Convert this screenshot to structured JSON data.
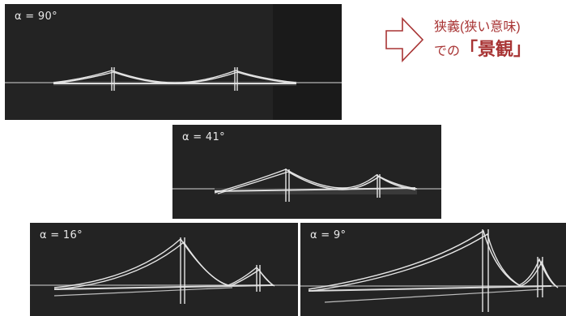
{
  "panels": [
    {
      "id": "p1",
      "label": "α = 90°",
      "alpha_symbol": "α",
      "value": "= 90°"
    },
    {
      "id": "p2",
      "label": "α = 41°",
      "alpha_symbol": "α",
      "value": "= 41°"
    },
    {
      "id": "p3",
      "label": "α = 16°",
      "alpha_symbol": "α",
      "value": "= 16°"
    },
    {
      "id": "p4",
      "label": "α = 9°",
      "alpha_symbol": "α",
      "value": "= 9°"
    }
  ],
  "caption": {
    "line1": "狭義(狭い意味)",
    "line2_prefix": "での",
    "line2_emphasis": "「景観」"
  },
  "colors": {
    "caption": "#a83434",
    "panel_bg": "#232323",
    "bridge_line": "#e6e6e6"
  }
}
